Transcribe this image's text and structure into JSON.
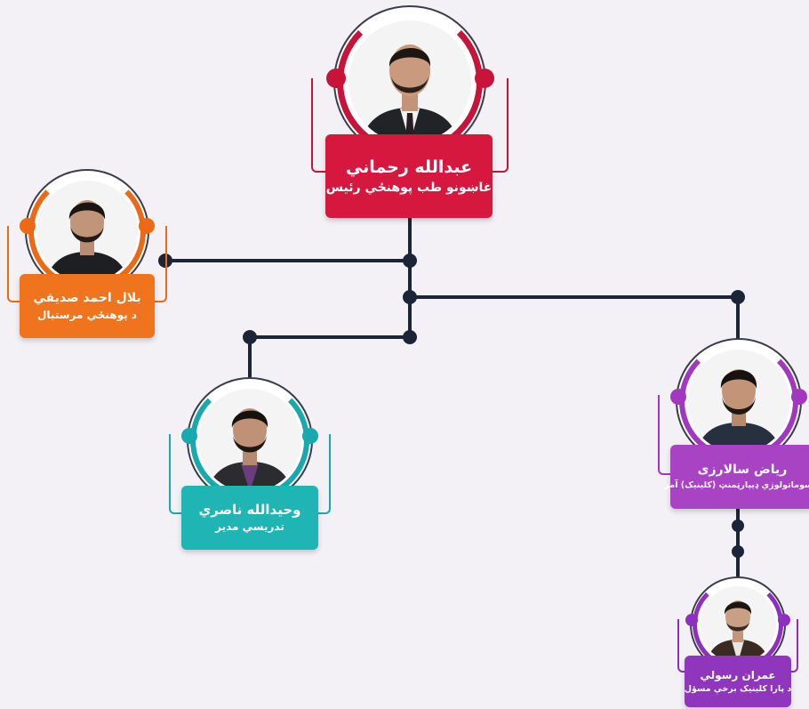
{
  "nodes": {
    "abdullah": {
      "name": "عبدالله رحماني",
      "role": "غاښونو طب پوهنځي رئیس",
      "color_card": "#d6183e",
      "color_accent": "#c8143a"
    },
    "bilal": {
      "name": "بلال احمد صدیقي",
      "role": "د پوهنځي مرستیال",
      "color_card": "#f0741e",
      "color_accent": "#ec6a16"
    },
    "waheedullah": {
      "name": "وحیدالله ناصري",
      "role": "تدریسي مدیر",
      "color_card": "#1fb5b5",
      "color_accent": "#17a9ad"
    },
    "riyaz": {
      "name": "ریاض سالارزی",
      "role": "د سوماتولوژي ډیپارټمنټ (کلینیک) آمر",
      "color_card": "#a844c4",
      "color_accent": "#a238c0"
    },
    "imran": {
      "name": "عمران رسولي",
      "role": "د پارا کلینیک برخې مسؤل",
      "color_card": "#8f36bd",
      "color_accent": "#8e2fbf"
    }
  },
  "connector_color": "#1c2438"
}
